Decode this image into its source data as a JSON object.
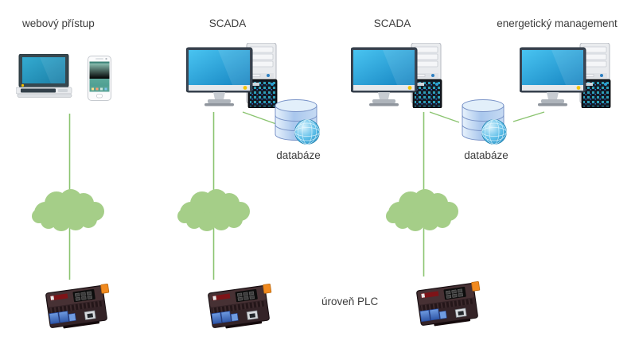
{
  "diagram": {
    "columns": [
      {
        "label": "webový přístup"
      },
      {
        "label": "SCADA"
      },
      {
        "label": "SCADA"
      },
      {
        "label": "energetický management"
      }
    ],
    "databases": [
      {
        "label": "databáze"
      },
      {
        "label": "databáze"
      }
    ],
    "plc_level_label": "úroveň PLC",
    "connections": [
      {
        "from": "webový přístup (laptop + smartphone)",
        "to": "PLC 1",
        "via": "cloud"
      },
      {
        "from": "SCADA 1",
        "to": "PLC 2",
        "via": "cloud"
      },
      {
        "from": "SCADA 2",
        "to": "PLC 3",
        "via": "cloud"
      },
      {
        "from": "SCADA 1",
        "to": "databáze 1"
      },
      {
        "from": "SCADA 2",
        "to": "databáze 2"
      },
      {
        "from": "energetický management",
        "to": "databáze 2"
      }
    ],
    "icons": [
      "laptop-icon",
      "smartphone-icon",
      "workstation-icon",
      "database-globe-icon",
      "cloud-icon",
      "plc-device-icon"
    ]
  },
  "colors": {
    "cloud-green": "#a5ce88",
    "line-green": "#8bc470",
    "text": "#3c3c3c",
    "screen-blue": "#2196d3",
    "db-blue": "#a8c6ec",
    "plc-body": "#342327",
    "plc-clip-orange": "#f18a1f"
  }
}
